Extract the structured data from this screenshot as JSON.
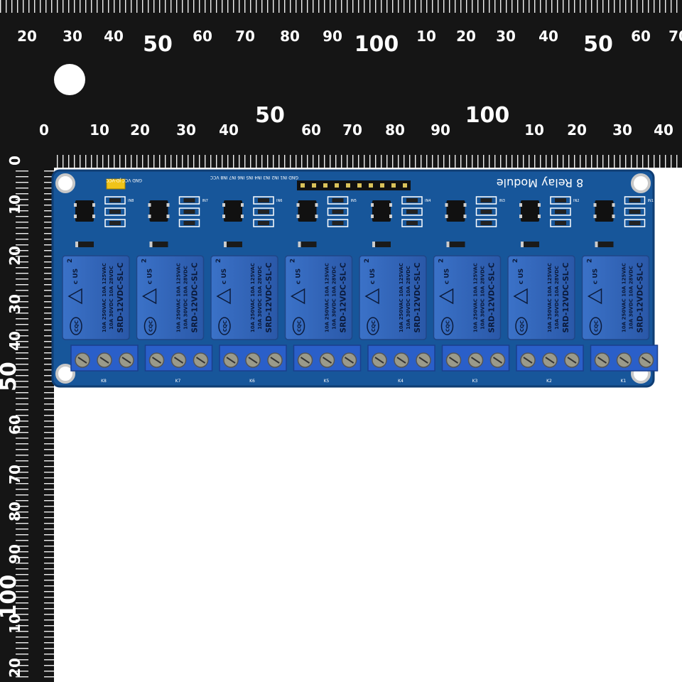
{
  "ruler_top": {
    "upper_scale_labels": [
      "20",
      "30",
      "40",
      "50",
      "60",
      "70",
      "80",
      "90",
      "100",
      "10",
      "20",
      "30",
      "40",
      "50",
      "60",
      "70"
    ],
    "lower_scale_labels": [
      "0",
      "10",
      "20",
      "30",
      "40",
      "50",
      "60",
      "70",
      "80",
      "90",
      "100",
      "10",
      "20",
      "30",
      "40"
    ]
  },
  "ruler_left": {
    "labels": [
      "0",
      "10",
      "20",
      "30",
      "40",
      "50",
      "60",
      "70",
      "80",
      "90",
      "100",
      "10",
      "20"
    ]
  },
  "board": {
    "title": "8 Relay Module",
    "header_pins_label": "GND IN1 IN2 IN3 IN4 IN5 IN6 IN7 IN8 VCC",
    "jumper_label": "GND VCC JD-VCC",
    "relay_model": "SRD-12VDC-SL-C",
    "relay_ratings_1": "10A 250VAC  10A 125VAC",
    "relay_ratings_2": "10A 30VDC  10A 28VDC",
    "relay_pin_count": "2",
    "relay_cert": "c US",
    "relay_brand": "CQC",
    "relay_labels": [
      "K8",
      "K7",
      "K6",
      "K5",
      "K4",
      "K3",
      "K2",
      "K1"
    ],
    "indicator_labels": [
      "IN8",
      "IN7",
      "IN6",
      "IN5",
      "IN4",
      "IN3",
      "IN2",
      "IN1"
    ],
    "colors": {
      "pcb": "#17569a",
      "relay": "#2f63b8",
      "terminal": "#2a5fc9",
      "ruler": "#151515"
    }
  }
}
